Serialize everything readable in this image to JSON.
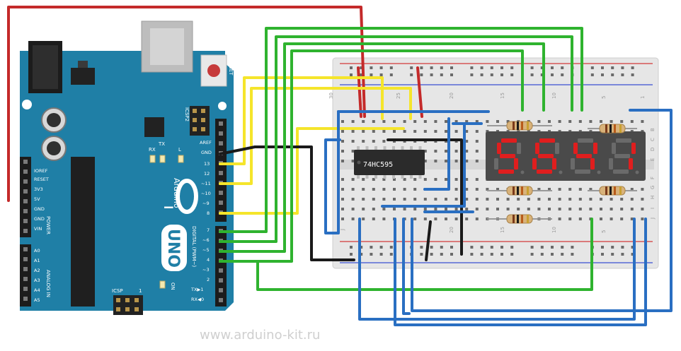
{
  "watermark": "www.arduino-kit.ru",
  "board": {
    "brand": "Arduino",
    "model": "UNO",
    "reset_label": "RESET",
    "icsp2_label": "ICSP2",
    "icsp_label": "ICSP",
    "icsp_num": "1",
    "on_label": "ON",
    "tx_label": "TX",
    "rx_label": "RX",
    "l_label": "L",
    "digital_label": "DIGITAL (PWM~)",
    "analog_label": "ANALOG IN",
    "power_label": "POWER",
    "power_pins": [
      "IOREF",
      "RESET",
      "3V3",
      "5V",
      "GND",
      "GND",
      "VIN"
    ],
    "analog_pins": [
      "A0",
      "A1",
      "A2",
      "A3",
      "A4",
      "A5"
    ],
    "digital_pins_top": [
      "AREF",
      "GND",
      "13",
      "12",
      "~11",
      "~10",
      "~9",
      "8"
    ],
    "digital_pins_bottom": [
      "7",
      "~6",
      "~5",
      "4",
      "~3",
      "2",
      "TX▶1",
      "RX◀0"
    ]
  },
  "breadboard": {
    "col_numbers_top": [
      "30",
      "25",
      "20",
      "15",
      "10",
      "5",
      "1"
    ],
    "col_numbers_bottom": [
      "J",
      "20",
      "15",
      "10",
      "5"
    ],
    "row_letters": [
      "B",
      "C",
      "D",
      "E",
      "F",
      "G",
      "H",
      "I",
      "J"
    ]
  },
  "chip": {
    "label": "74HC595"
  },
  "display": {
    "digits": [
      "5",
      "6",
      "4",
      "1"
    ],
    "segment_color": "#e01e1e"
  },
  "colors": {
    "red_wire": "#c42a2a",
    "green_wire": "#2fb32f",
    "yellow_wire": "#f5e52b",
    "black_wire": "#1a1a1a",
    "blue_wire": "#2a6fc2",
    "board_blue": "#1f7fa6"
  }
}
